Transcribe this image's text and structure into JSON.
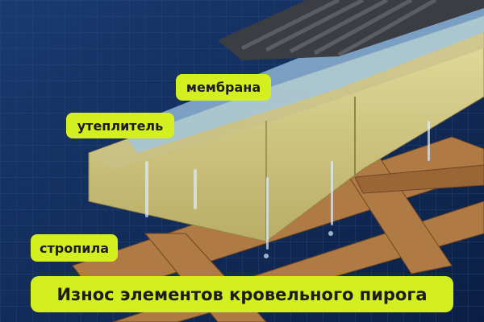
{
  "labels": {
    "membrane": "мембрана",
    "insulation": "утеплитель",
    "rafters": "стропила"
  },
  "title": "Износ элементов кровельного пирога",
  "colors": {
    "background": "#0f2a55",
    "label": "#d4ef1f",
    "wood": "#b07a45",
    "insulation": "#d8cf8a",
    "membrane": "#9ec6e6",
    "metal": "#3a3d42"
  }
}
